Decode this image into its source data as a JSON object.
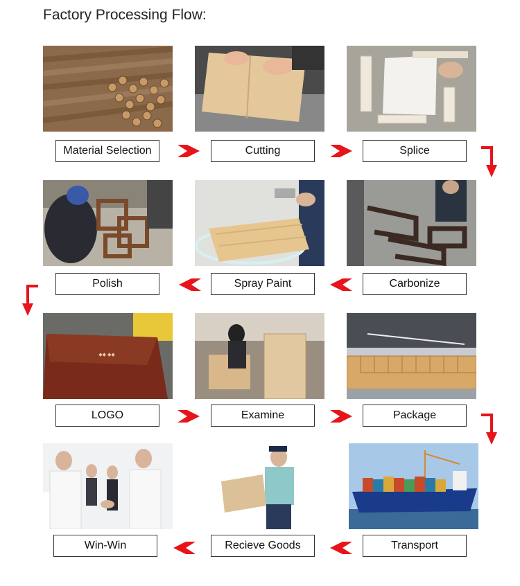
{
  "title": "Factory Processing Flow:",
  "steps": [
    {
      "label": "Material Selection",
      "photo": "logs-photo"
    },
    {
      "label": "Cutting",
      "photo": "cutting-photo"
    },
    {
      "label": "Splice",
      "photo": "splice-photo"
    },
    {
      "label": "Carbonize",
      "photo": "carbonize-photo"
    },
    {
      "label": "Spray Paint",
      "photo": "spray-paint-photo"
    },
    {
      "label": "Polish",
      "photo": "polish-photo"
    },
    {
      "label": "LOGO",
      "photo": "logo-box-photo"
    },
    {
      "label": "Examine",
      "photo": "examine-photo"
    },
    {
      "label": "Package",
      "photo": "warehouse-photo"
    },
    {
      "label": "Transport",
      "photo": "cargo-ship-photo"
    },
    {
      "label": "Recieve Goods",
      "photo": "delivery-man-photo"
    },
    {
      "label": "Win-Win",
      "photo": "handshake-photo"
    }
  ],
  "colors": {
    "arrow": "#e8141b",
    "border": "#333333"
  }
}
